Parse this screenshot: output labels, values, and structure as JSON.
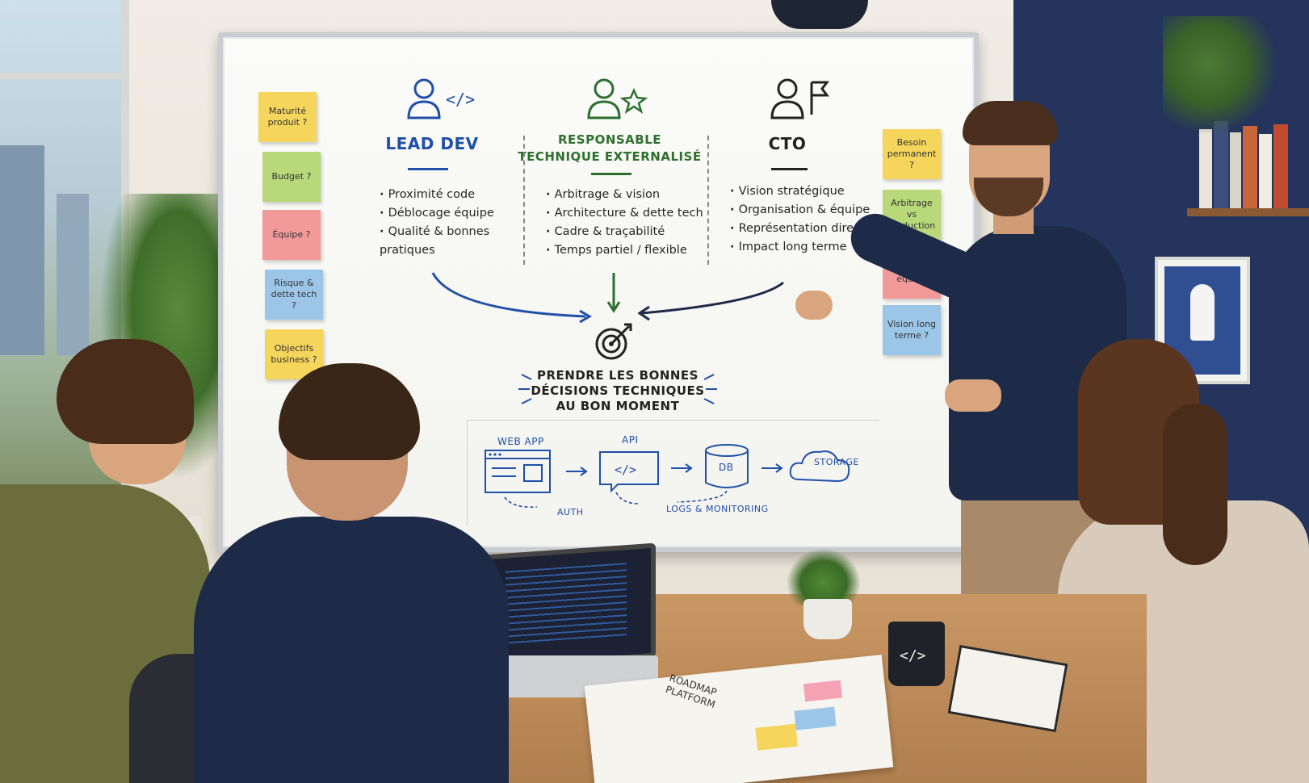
{
  "roles": [
    {
      "title": "LEAD DEV",
      "bullets": [
        "Proximité code",
        "Déblocage équipe",
        "Qualité & bonnes pratiques"
      ]
    },
    {
      "title_line1": "RESPONSABLE",
      "title_line2": "TECHNIQUE EXTERNALISÉ",
      "bullets": [
        "Arbitrage & vision",
        "Architecture & dette tech",
        "Cadre & traçabilité",
        "Temps partiel / flexible"
      ]
    },
    {
      "title": "CTO",
      "bullets": [
        "Vision stratégique",
        "Organisation & équipe",
        "Représentation direction",
        "Impact long terme"
      ]
    }
  ],
  "goal": {
    "line1": "PRENDRE LES BONNES",
    "line2": "DÉCISIONS TECHNIQUES",
    "line3": "AU BON MOMENT"
  },
  "left_notes": [
    "Maturité produit ?",
    "Budget ?",
    "Équipe ?",
    "Risque & dette tech ?",
    "Objectifs business ?"
  ],
  "right_notes": [
    "Besoin permanent ?",
    "Arbitrage vs Production",
    "Croissance équipe",
    "Vision long terme ?"
  ],
  "diagram": {
    "web_app": "WEB APP",
    "api": "API",
    "db": "DB",
    "storage": "STORAGE",
    "auth": "AUTH",
    "logs": "LOGS & MONITORING"
  },
  "notebook": {
    "line1": "ROADMAP",
    "line2": "PLATFORM"
  },
  "colors": {
    "blue": "#1f4fa8",
    "green": "#2e6f2e",
    "wall_blue": "#24345c",
    "sweater": "#1d2a48"
  }
}
